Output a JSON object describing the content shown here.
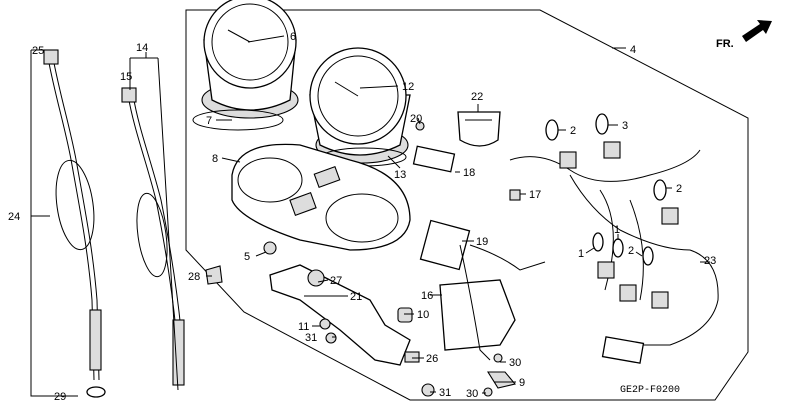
{
  "diagram_code": "GE2P-F0200",
  "direction_label": "FR.",
  "callouts": {
    "p1a": "1",
    "p1b": "1",
    "p2a": "2",
    "p2b": "2",
    "p2c": "2",
    "p3": "3",
    "p4": "4",
    "p5": "5",
    "p6": "6",
    "p7": "7",
    "p8": "8",
    "p9": "9",
    "p10": "10",
    "p11": "11",
    "p12": "12",
    "p13": "13",
    "p14": "14",
    "p15": "15",
    "p16": "16",
    "p17": "17",
    "p18": "18",
    "p19": "19",
    "p20": "20",
    "p21": "21",
    "p22": "22",
    "p23": "23",
    "p24": "24",
    "p25": "25",
    "p26": "26",
    "p27": "27",
    "p28": "28",
    "p29": "29",
    "p30a": "30",
    "p30b": "30",
    "p31a": "31",
    "p31b": "31"
  }
}
